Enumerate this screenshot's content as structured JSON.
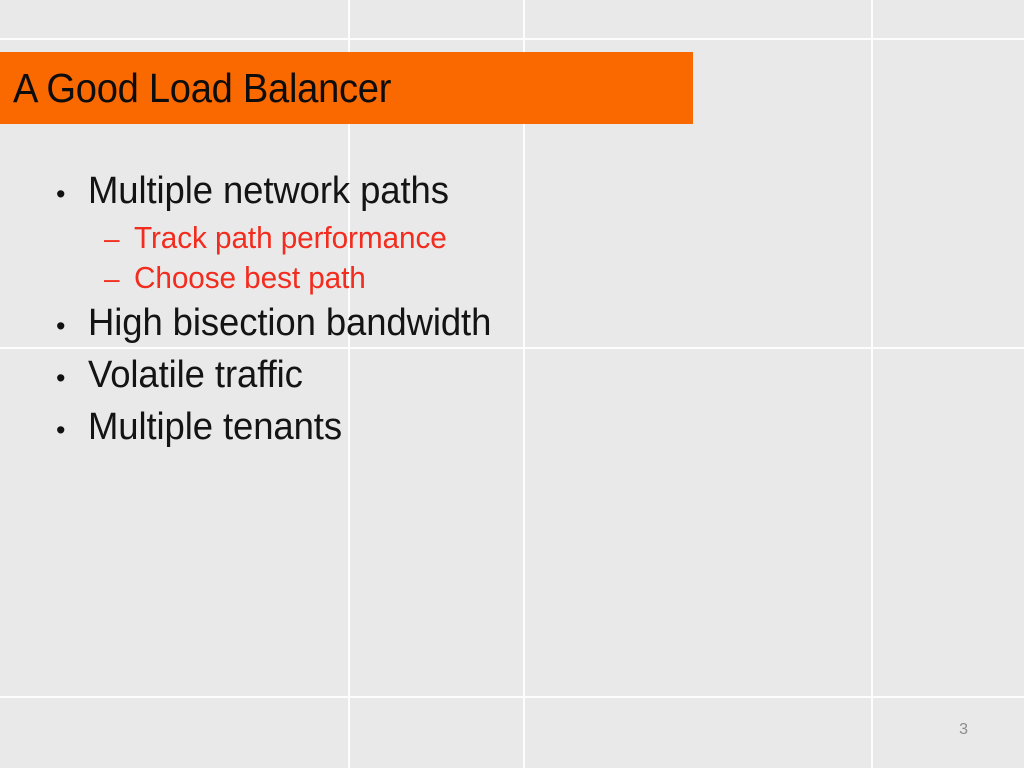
{
  "slide": {
    "background_color": "#e9e9e9",
    "grid_line_color": "#fdfdfd",
    "title": {
      "text": "A Good Load Balancer",
      "banner_color": "#fa6800",
      "text_color": "#0d0d0d"
    },
    "body": {
      "level1_marker": "•",
      "level2_marker": "–",
      "level1_color": "#141414",
      "level2_color": "#f22c1e",
      "bullets": [
        {
          "level": 1,
          "marker": "•",
          "text": "Multiple network paths"
        },
        {
          "level": 2,
          "marker": "–",
          "text": "Track path performance"
        },
        {
          "level": 2,
          "marker": "–",
          "text": "Choose best path"
        },
        {
          "level": 1,
          "marker": "•",
          "text": "High bisection bandwidth"
        },
        {
          "level": 1,
          "marker": "•",
          "text": "Volatile traffic"
        },
        {
          "level": 1,
          "marker": "•",
          "text": "Multiple tenants"
        }
      ]
    },
    "footer": {
      "slide_number": "3",
      "slide_number_color": "#8d8d8d"
    }
  }
}
